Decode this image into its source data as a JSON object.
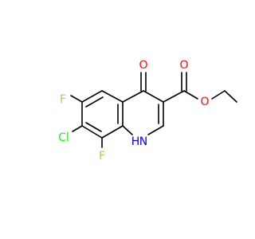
{
  "molecule": {
    "atoms": [
      {
        "id": "O4",
        "label": "O",
        "color": "#ff0d0d"
      },
      {
        "id": "OE1",
        "label": "O",
        "color": "#ff0d0d"
      },
      {
        "id": "OE2",
        "label": "O",
        "color": "#ff0d0d"
      },
      {
        "id": "F6",
        "label": "F",
        "color": "#90e050"
      },
      {
        "id": "F8",
        "label": "F",
        "color": "#90e050"
      },
      {
        "id": "Cl7",
        "label": "Cl",
        "color": "#1ff01f"
      },
      {
        "id": "N1",
        "label": "H",
        "color": "#0000ff"
      },
      {
        "id": "N1b",
        "label": "N",
        "color": "#0000ff"
      }
    ]
  }
}
